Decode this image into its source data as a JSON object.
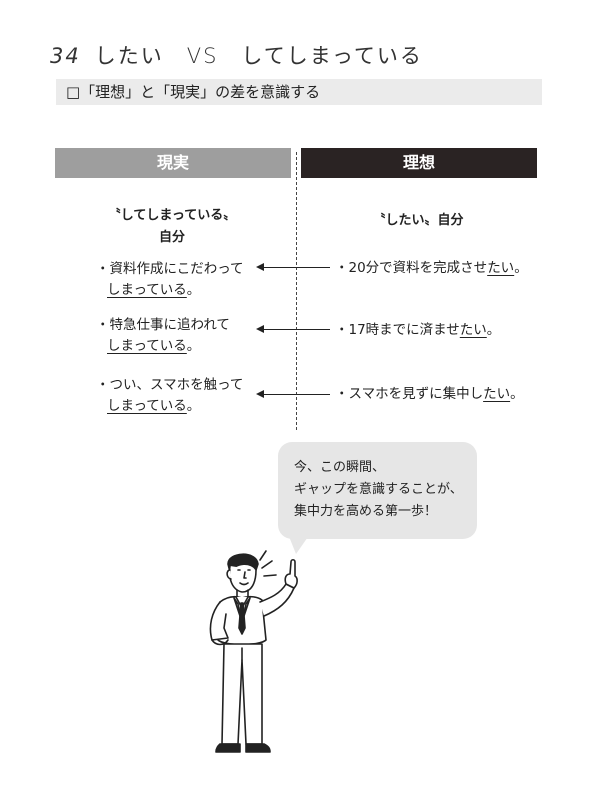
{
  "header": {
    "number": "34",
    "title": "したい　VS　してしまっている"
  },
  "subtitle": "□「理想」と「現実」の差を意識する",
  "columns": {
    "left": {
      "heading": "現実",
      "sub1": "〝してしまっている〟",
      "sub2": "自分"
    },
    "right": {
      "heading": "理想",
      "sub": "〝したい〟自分"
    }
  },
  "rows": [
    {
      "left_line1": "・資料作成にこだわって",
      "left_line2": "しまっている",
      "left_end": "。",
      "right_pre": "・20分で資料を完成させ",
      "right_u": "たい",
      "right_end": "。"
    },
    {
      "left_line1": "・特急仕事に追われて",
      "left_line2": "しまっている",
      "left_end": "。",
      "right_pre": "・17時までに済ませ",
      "right_u": "たい",
      "right_end": "。"
    },
    {
      "left_line1": "・つい、スマホを触って",
      "left_line2": "しまっている",
      "left_end": "。",
      "right_pre": "・スマホを見ずに集中し",
      "right_u": "たい",
      "right_end": "。"
    }
  ],
  "bubble": {
    "line1": "今、この瞬間、",
    "line2": "ギャップを意識することが、",
    "line3": "集中力を高める第一歩！"
  },
  "colors": {
    "left_head": "#9e9e9e",
    "right_head": "#2a2323",
    "subtitle_bg": "#ebebeb",
    "bubble_bg": "#e6e6e6"
  },
  "illustration": "businessman-pointing-up"
}
